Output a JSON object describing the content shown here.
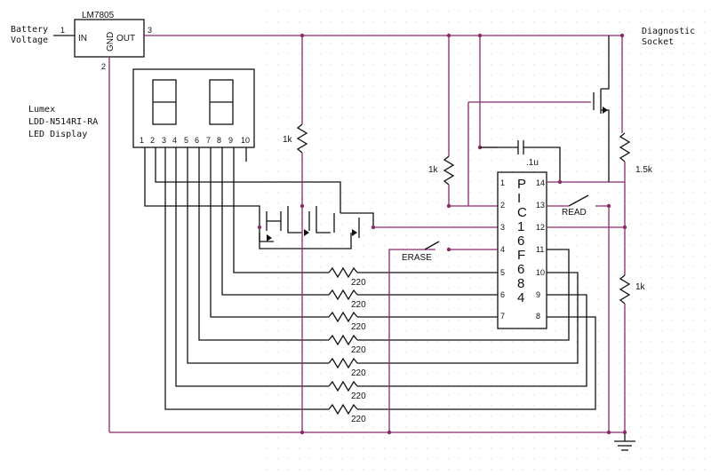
{
  "diagram": {
    "regulator": {
      "name": "LM7805",
      "pin_in": "IN",
      "pin_gnd": "GND",
      "pin_out": "OUT",
      "num_in": "1",
      "num_gnd": "2",
      "num_out": "3"
    },
    "battery_label_line1": "Battery",
    "battery_label_line2": "Voltage",
    "display_label_line1": "Lumex",
    "display_label_line2": "LDD-N514RI-RA",
    "display_label_line3": "LED Display",
    "display_pins": [
      "1",
      "2",
      "3",
      "4",
      "5",
      "6",
      "7",
      "8",
      "9",
      "10"
    ],
    "diag_label_line1": "Diagnostic",
    "diag_label_line2": "Socket",
    "pic_letters": [
      "P",
      "I",
      "C",
      "1",
      "6",
      "F",
      "6",
      "8",
      "4"
    ],
    "pic_pins_left": [
      "1",
      "2",
      "3",
      "4",
      "5",
      "6",
      "7"
    ],
    "pic_pins_right": [
      "14",
      "13",
      "12",
      "11",
      "10",
      "9",
      "8"
    ],
    "resistors": {
      "r1k_top": "1k",
      "r1k_mid": "1k",
      "r15k": "1.5k",
      "r1k_right": "1k",
      "r220": "220"
    },
    "capacitor": ".1u",
    "switch_read": "READ",
    "switch_erase": "ERASE"
  }
}
